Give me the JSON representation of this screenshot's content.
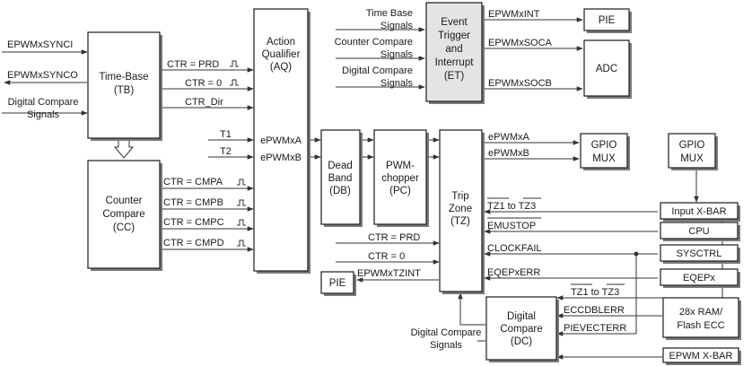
{
  "colors": {
    "line": "#333333",
    "box_fill": "#ffffff",
    "et_fill": "#e4e4e4",
    "shadow": "#7a7a7a",
    "text": "#1a1a1a"
  },
  "blocks": {
    "tb": [
      "Time-Base",
      "(TB)"
    ],
    "cc": [
      "Counter",
      "Compare",
      "(CC)"
    ],
    "aq": [
      "Action",
      "Qualifier",
      "(AQ)"
    ],
    "db": [
      "Dead",
      "Band",
      "(DB)"
    ],
    "pc": [
      "PWM-",
      "chopper",
      "(PC)"
    ],
    "tz": [
      "Trip",
      "Zone",
      "(TZ)"
    ],
    "et": [
      "Event",
      "Trigger",
      "and",
      "Interrupt",
      "(ET)"
    ],
    "dc": [
      "Digital",
      "Compare",
      "(DC)"
    ],
    "pie_top": "PIE",
    "adc": "ADC",
    "gpio_mux1": [
      "GPIO",
      "MUX"
    ],
    "gpio_mux2": [
      "GPIO",
      "MUX"
    ],
    "pie_bottom": "PIE",
    "input_xbar": "Input X-BAR",
    "cpu": "CPU",
    "sysctrl": "SYSCTRL",
    "eqepx": "EQEPx",
    "ram_ecc": [
      "28x RAM/",
      "Flash ECC"
    ],
    "epwm_xbar": "EPWM X-BAR"
  },
  "signals": {
    "epwm_sync_in": "EPWMxSYNCI",
    "epwm_sync_out": "EPWMxSYNCO",
    "dc_signals_left": [
      "Digital Compare",
      "Signals"
    ],
    "ctr_prd": "CTR = PRD",
    "ctr_zero": "CTR = 0",
    "ctr_dir": "CTR_Dir",
    "t1": "T1",
    "t2": "T2",
    "epwma_aq": "ePWMxA",
    "epwmb_aq": "ePWMxB",
    "ctr_cmpa": "CTR = CMPA",
    "ctr_cmpb": "CTR = CMPB",
    "ctr_cmpc": "CTR = CMPC",
    "ctr_cmpd": "CTR = CMPD",
    "tb_signals": [
      "Time Base",
      "Signals"
    ],
    "cc_signals": [
      "Counter Compare",
      "Signals"
    ],
    "dc_signals_et": [
      "Digital Compare",
      "Signals"
    ],
    "epwm_int": "EPWMxINT",
    "epwm_soca": "EPWMxSOCA",
    "epwm_socb": "EPWMxSOCB",
    "epwma_out": "ePWMxA",
    "epwmb_out": "ePWMxB",
    "tz1_tz3_a": "TZ1 to TZ3",
    "emustop": "EMUSTOP",
    "clockfail": "CLOCKFAIL",
    "eqepxerr": "EQEPxERR",
    "ctr_prd_tz": "CTR = PRD",
    "ctr_zero_tz": "CTR = 0",
    "epwm_tzint": "EPWMxTZINT",
    "tz1_tz3_b": "TZ1 to TZ3",
    "eccdblerr": "ECCDBLERR",
    "pievecterr": "PIEVECTERR",
    "dc_signals_bottom": [
      "Digital Compare",
      "Signals"
    ]
  }
}
